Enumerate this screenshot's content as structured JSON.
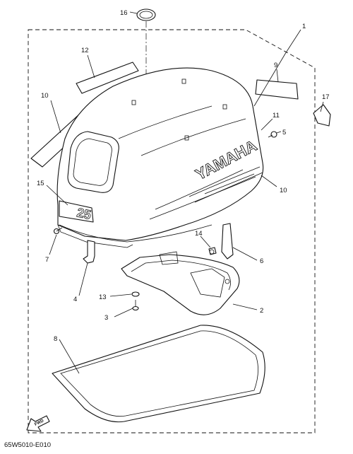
{
  "drawing_code": "65W5010-E010",
  "brand_text": "YAMAHA",
  "model_text": "25",
  "fwd_text": "FWD",
  "callouts": {
    "c1": "1",
    "c2": "2",
    "c3": "3",
    "c4": "4",
    "c5": "5",
    "c6": "6",
    "c7": "7",
    "c8": "8",
    "c9": "9",
    "c10a": "10",
    "c10b": "10",
    "c11": "11",
    "c12": "12",
    "c13": "13",
    "c14": "14",
    "c15": "15",
    "c16": "16",
    "c17": "17"
  }
}
